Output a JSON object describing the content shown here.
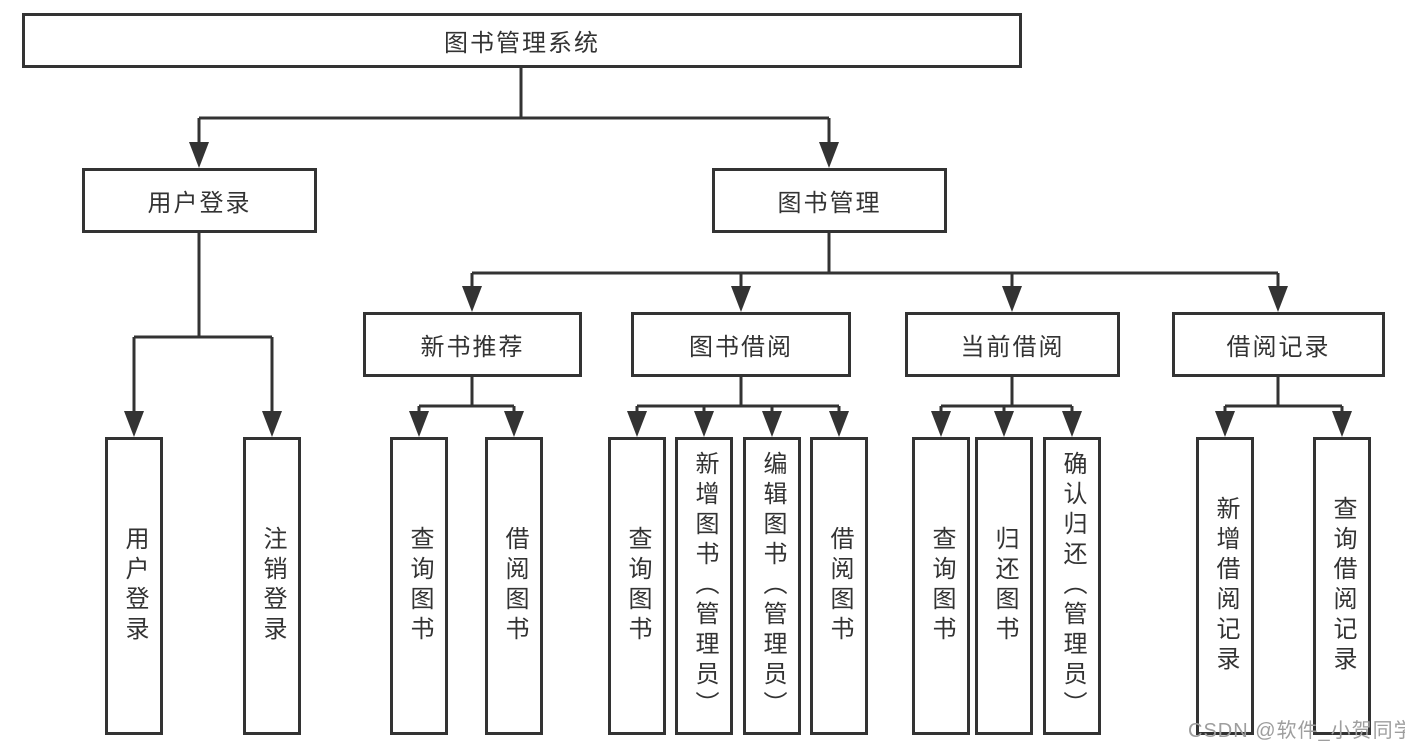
{
  "diagram": {
    "type": "hierarchy-tree",
    "hierarchy": {
      "图书管理系统": {
        "用户登录": [
          "用户登录",
          "注销登录"
        ],
        "图书管理": {
          "新书推荐": [
            "查询图书",
            "借阅图书"
          ],
          "图书借阅": [
            "查询图书",
            "新增图书（管理员）",
            "编辑图书（管理员）",
            "借阅图书"
          ],
          "当前借阅": [
            "查询图书",
            "归还图书",
            "确认归还（管理员）"
          ],
          "借阅记录": [
            "新增借阅记录",
            "查询借阅记录"
          ]
        }
      }
    }
  },
  "nodes": {
    "root": {
      "label": "图书管理系统"
    },
    "user_login": {
      "label": "用户登录"
    },
    "book_mgmt": {
      "label": "图书管理"
    },
    "new_book_rec": {
      "label": "新书推荐"
    },
    "book_borrow": {
      "label": "图书借阅"
    },
    "current_borrow": {
      "label": "当前借阅"
    },
    "borrow_records": {
      "label": "借阅记录"
    },
    "login_child": {
      "label": "用户登录"
    },
    "logout": {
      "label": "注销登录"
    },
    "nbr_query": {
      "label": "查询图书"
    },
    "nbr_borrow": {
      "label": "借阅图书"
    },
    "bb_query": {
      "label": "查询图书"
    },
    "bb_add": {
      "label": "新增图书（管理员）"
    },
    "bb_edit": {
      "label": "编辑图书（管理员）"
    },
    "bb_borrow": {
      "label": "借阅图书"
    },
    "cb_query": {
      "label": "查询图书"
    },
    "cb_return": {
      "label": "归还图书"
    },
    "cb_confirm": {
      "label": "确认归还（管理员）"
    },
    "br_add": {
      "label": "新增借阅记录"
    },
    "br_query": {
      "label": "查询借阅记录"
    }
  },
  "watermark": {
    "text": "CSDN @软件_小贺同学"
  },
  "colors": {
    "line": "#333333",
    "arrow": "#333333",
    "box_border": "#333333",
    "box_bg": "#ffffff",
    "text": "#333333",
    "watermark": "#9e9e9e",
    "background": "#ffffff"
  }
}
